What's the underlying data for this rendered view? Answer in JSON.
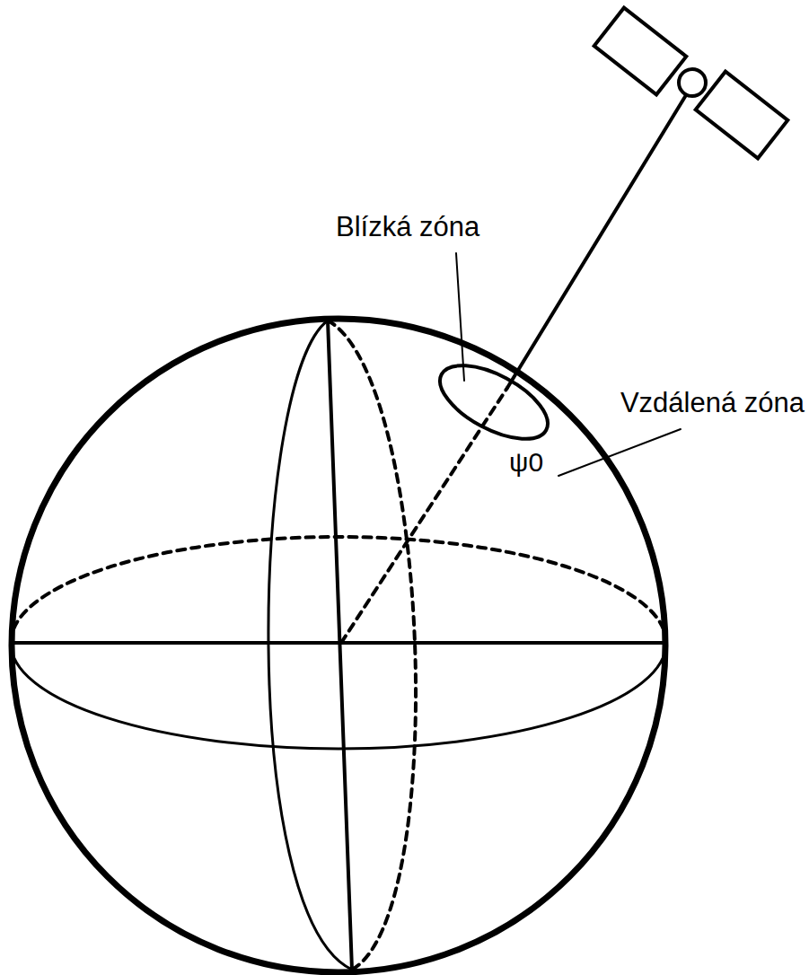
{
  "diagram": {
    "labels": [
      "Blízká zóna",
      "Vzdálená zóna",
      "ψ0"
    ]
  }
}
